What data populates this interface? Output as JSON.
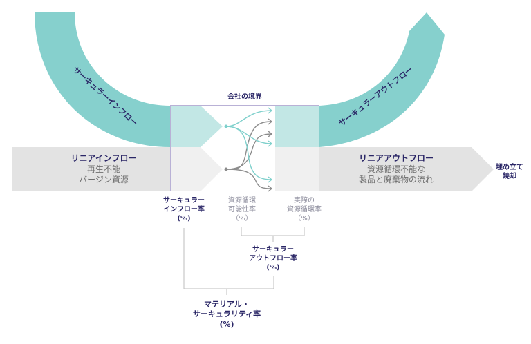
{
  "colors": {
    "teal": "#86D0CD",
    "teal_light": "#C2E7E5",
    "gray_band": "#E3E3E3",
    "gray_light": "#F0F0F0",
    "box_border": "#B9B1D6",
    "navy_text": "#2A2666",
    "gray_text": "#6F6F6F",
    "arrow_teal": "#7FD0CC",
    "arrow_gray": "#8C8C8C",
    "bracket": "#BDBDBD"
  },
  "company_boundary": {
    "label": "会社の境界"
  },
  "circular_inflow": {
    "label": "サーキュラーインフロー"
  },
  "circular_outflow": {
    "label": "サーキュラーアウトフロー"
  },
  "linear_inflow": {
    "title": "リニアインフロー",
    "line1": "再生不能",
    "line2": "バージン資源"
  },
  "linear_outflow": {
    "title": "リニアアウトフロー",
    "line1": "資源循環不能な",
    "line2": "製品と廃棄物の流れ"
  },
  "end_destination": {
    "line1": "埋め立て",
    "line2": "焼却"
  },
  "metrics": {
    "circular_inflow_rate": {
      "line1": "サーキュラー",
      "line2": "インフロー率",
      "line3": "(%)"
    },
    "recovery_potential": {
      "line1": "資源循環",
      "line2": "可能性率",
      "line3": "（%）"
    },
    "actual_recovery": {
      "line1": "実際の",
      "line2": "資源循環率",
      "line3": "（%）"
    },
    "circular_outflow_rate": {
      "line1": "サーキュラー",
      "line2": "アウトフロー率",
      "line3": "(%)"
    },
    "material_circularity": {
      "line1": "マテリアル・",
      "line2": "サーキュラリティ率",
      "line3": "(%)"
    }
  }
}
